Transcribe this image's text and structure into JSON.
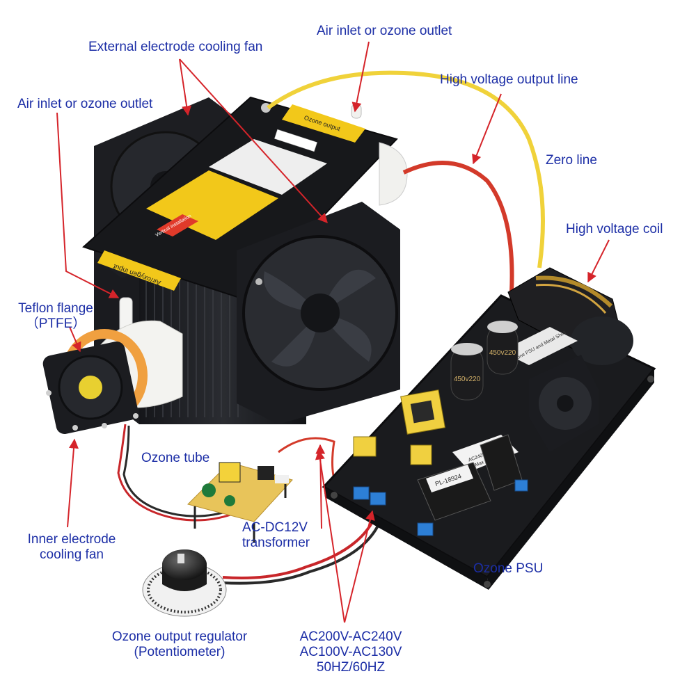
{
  "colors": {
    "label_text": "#1c2ea6",
    "arrow": "#d5242a",
    "housing": "#1e1f22",
    "warning_yellow": "#f2c81a",
    "pcb": "#1a1b1e",
    "wire_yellow": "#f0d23a",
    "wire_red": "#d33a2a",
    "tube_white": "#f3f3f0",
    "flange_orange": "#f0a040",
    "terminal_blue": "#2d7fd6"
  },
  "icons": [
    "fan-icon",
    "knob-icon",
    "capacitor-icon",
    "transformer-icon"
  ],
  "labels": {
    "air_inlet_top": "Air inlet or ozone outlet",
    "external_fan": "External electrode cooling fan",
    "air_inlet_left": "Air inlet or ozone outlet",
    "hv_output_line": "High voltage output line",
    "zero_line": "Zero line",
    "hv_coil": "High voltage coil",
    "teflon_flange_1": "Teflon flange",
    "teflon_flange_2": "（PTFE）",
    "ozone_tube": "Ozone tube",
    "ac_dc_1": "AC-DC12V",
    "ac_dc_2": "transformer",
    "inner_fan_1": "Inner electrode",
    "inner_fan_2": "cooling fan",
    "ozone_psu": "Ozone PSU",
    "regulator_1": "Ozone output regulator",
    "regulator_2": "(Potentiometer)",
    "voltage_1": "AC200V-AC240V",
    "voltage_2": "AC100V-AC130V",
    "voltage_3": "50HZ/60HZ"
  },
  "device_text": {
    "sticker_top": "Ozone output",
    "sticker_bottom": "Air/oxygen input",
    "warning": "Vertical installation",
    "psu_label_1": "AC240V 50HZ",
    "psu_label_2": "Max 200W",
    "psu_part": "PL-18924",
    "psu_side": "Ozone PSU and Metal Shell",
    "cap_1": "450v220",
    "cap_2": "450v220"
  }
}
